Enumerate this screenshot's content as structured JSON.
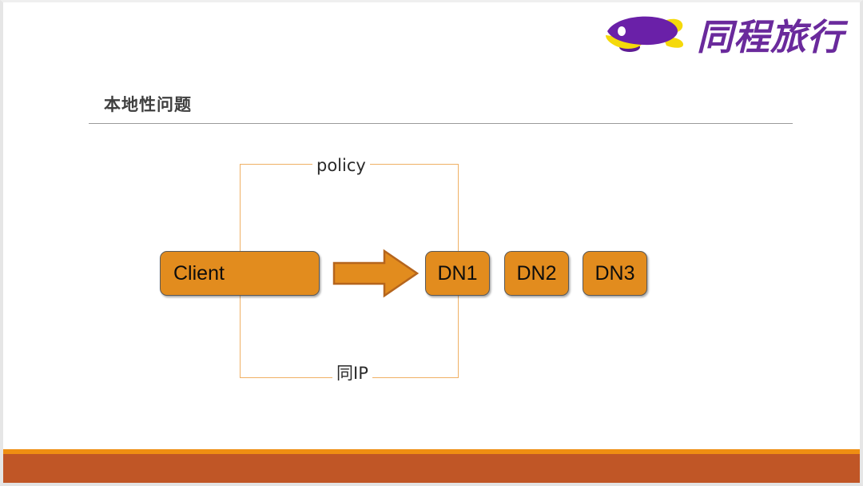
{
  "slide": {
    "title": "本地性问题",
    "brand": {
      "name": "同程旅行",
      "logo_icon": "airship-icon",
      "text_color": "#6a2a9c",
      "mark_body_color": "#6a20a8",
      "mark_fin_color": "#f5d90a"
    },
    "footer": {
      "strip_color": "#ef8e12",
      "band_color": "#c05626"
    }
  },
  "diagram": {
    "type": "flow",
    "link_box": {
      "top_label": "policy",
      "bottom_label": "同IP",
      "line_color": "#f0b165"
    },
    "arrow": {
      "name": "flow-arrow",
      "direction": "right",
      "fill_color": "#e28c1e",
      "stroke_color": "#b5651d"
    },
    "nodes": [
      {
        "id": "client",
        "label": "Client",
        "fill": "#e28c1e",
        "stroke": "#595959"
      },
      {
        "id": "dn1",
        "label": "DN1",
        "fill": "#e28c1e",
        "stroke": "#595959"
      },
      {
        "id": "dn2",
        "label": "DN2",
        "fill": "#e28c1e",
        "stroke": "#595959"
      },
      {
        "id": "dn3",
        "label": "DN3",
        "fill": "#e28c1e",
        "stroke": "#595959"
      }
    ]
  }
}
